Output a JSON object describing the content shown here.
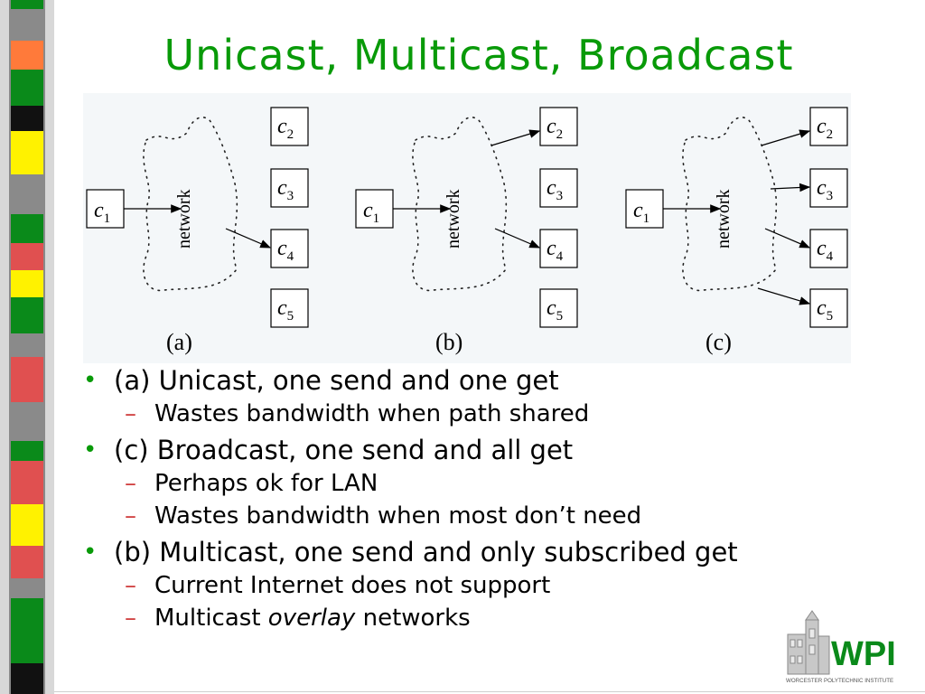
{
  "slide": {
    "title": "Unicast, Multicast, Broadcast"
  },
  "figure": {
    "network_label": "network",
    "panels": [
      {
        "caption": "(a)",
        "source": "c1",
        "targets": [
          "c2",
          "c3",
          "c4",
          "c5"
        ],
        "arrows_to": [
          "c4"
        ]
      },
      {
        "caption": "(b)",
        "source": "c1",
        "targets": [
          "c2",
          "c3",
          "c4",
          "c5"
        ],
        "arrows_to": [
          "c2",
          "c4"
        ]
      },
      {
        "caption": "(c)",
        "source": "c1",
        "targets": [
          "c2",
          "c3",
          "c4",
          "c5"
        ],
        "arrows_to": [
          "c2",
          "c3",
          "c4",
          "c5"
        ]
      }
    ]
  },
  "bullets": [
    {
      "text": "(a) Unicast, one send and one get",
      "sub": [
        {
          "text": "Wastes bandwidth when path shared"
        }
      ]
    },
    {
      "text": "(c) Broadcast, one send and all get",
      "sub": [
        {
          "text": "Perhaps ok for LAN"
        },
        {
          "text": "Wastes bandwidth when most don’t need"
        }
      ]
    },
    {
      "text": "(b) Multicast, one send and only subscribed get",
      "sub": [
        {
          "text": "Current Internet does not support"
        },
        {
          "pre": "Multicast ",
          "em": "overlay",
          "post": " networks"
        }
      ]
    }
  ],
  "logo": {
    "text": "WPI",
    "subtitle": "WORCESTER POLYTECHNIC INSTITUTE"
  },
  "colors": {
    "title": "#089a08",
    "bullet": "#089a08",
    "dash": "#d04040",
    "sidebar": [
      "#6a6a6a",
      "#ff7a3a",
      "#0a8a1a",
      "#111111",
      "#fff200",
      "#0a8a1a",
      "#e05050",
      "#fff200",
      "#0a8a1a",
      "#e05050",
      "#0a8a1a",
      "#e05050",
      "#fff200",
      "#e05050",
      "#0a8a1a",
      "#111111"
    ]
  }
}
